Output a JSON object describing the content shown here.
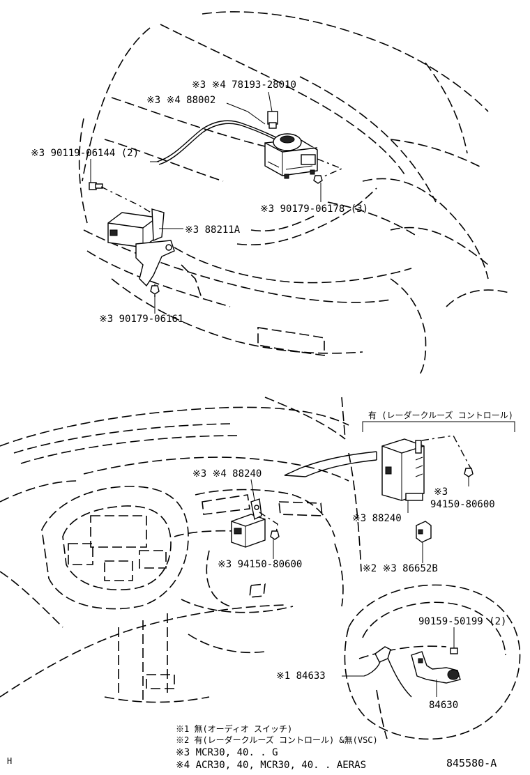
{
  "labels": {
    "top_78193": "※3 ※4  78193-28010",
    "top_88002": "※3 ※4  88002",
    "bolt_90119": "※3 90119-06144 (2)",
    "nut_90179_06178": "※3 90179-06178 (3)",
    "ecu_88211A": "※3 88211A",
    "nut_90179_06161": "※3 90179-06161",
    "bracket_header": "有 (レーダークルーズ  コントロール)",
    "ecu_88240_a": "※3 ※4  88240",
    "ref_3": "※3",
    "bolt_94150_a": "94150-80600",
    "ecu_88240_b": "※3 88240",
    "bolt_94150_b": "※3 94150-80600",
    "switch_86652B": "※2 ※3 86652B",
    "screw_90159": "90159-50199 (2)",
    "switch_84633": "※1  84633",
    "switch_84630": "84630"
  },
  "notes": [
    "※1 無(オーディオ  スイッチ)",
    "※2 有(レーダークルーズ  コントロール) &無(VSC)",
    "※3 MCR30, 40. . G",
    "※4 ACR30, 40, MCR30, 40. . AERAS"
  ],
  "corner_mark": "H",
  "diagram_number": "845580-A",
  "icons": [
    "cruise-actuator-icon",
    "cruise-ecu-icon",
    "radar-ecu-icon",
    "steering-switch-icon"
  ]
}
